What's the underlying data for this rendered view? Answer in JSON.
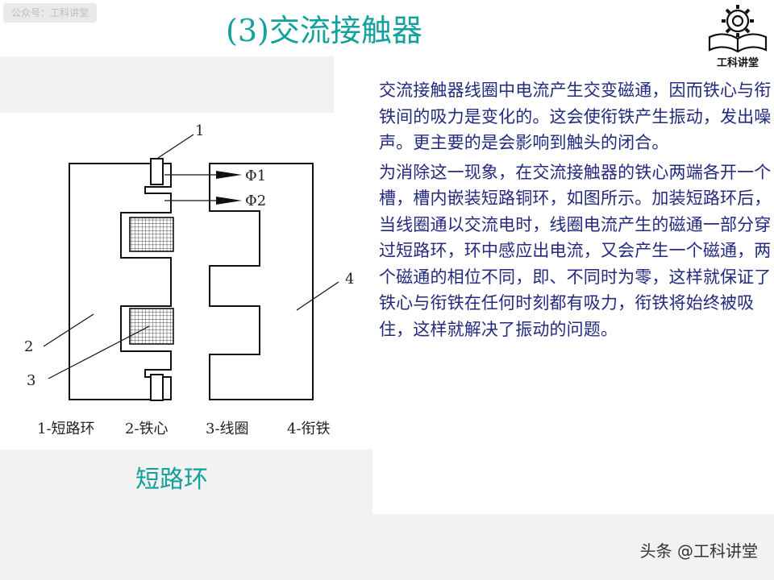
{
  "watermark": "公众号：工科讲堂",
  "title": "(3)交流接触器",
  "logo": {
    "text": "工科讲堂",
    "icon": "gear-book-icon"
  },
  "paragraphs": [
    "交流接触器线圈中电流产生交变磁通，因而铁心与衔铁间的吸力是变化的。这会使衔铁产生振动，发出噪声。更主要的是会影响到触头的闭合。",
    "为消除这一现象，在交流接触器的铁心两端各开一个槽，槽内嵌装短路铜环，如图所示。加装短路环后，当线圈通以交流电时，线圈电流产生的磁通一部分穿过短路环，环中感应出电流，又会产生一个磁通，两个磁通的相位不同，即、不同时为零，这样就保证了铁心与衔铁在任何时刻都有吸力，衔铁将始终被吸住，这样就解决了振动的问题。"
  ],
  "diagram": {
    "callouts": {
      "c1": "1",
      "c2": "2",
      "c3": "3",
      "c4": "4"
    },
    "flux": {
      "phi1": "Φ1",
      "phi2": "Φ2"
    },
    "legend": [
      "1-短路环",
      "2-铁心",
      "3-线圈",
      "4-衔铁"
    ]
  },
  "caption": "短路环",
  "source": "头条 @工科讲堂"
}
